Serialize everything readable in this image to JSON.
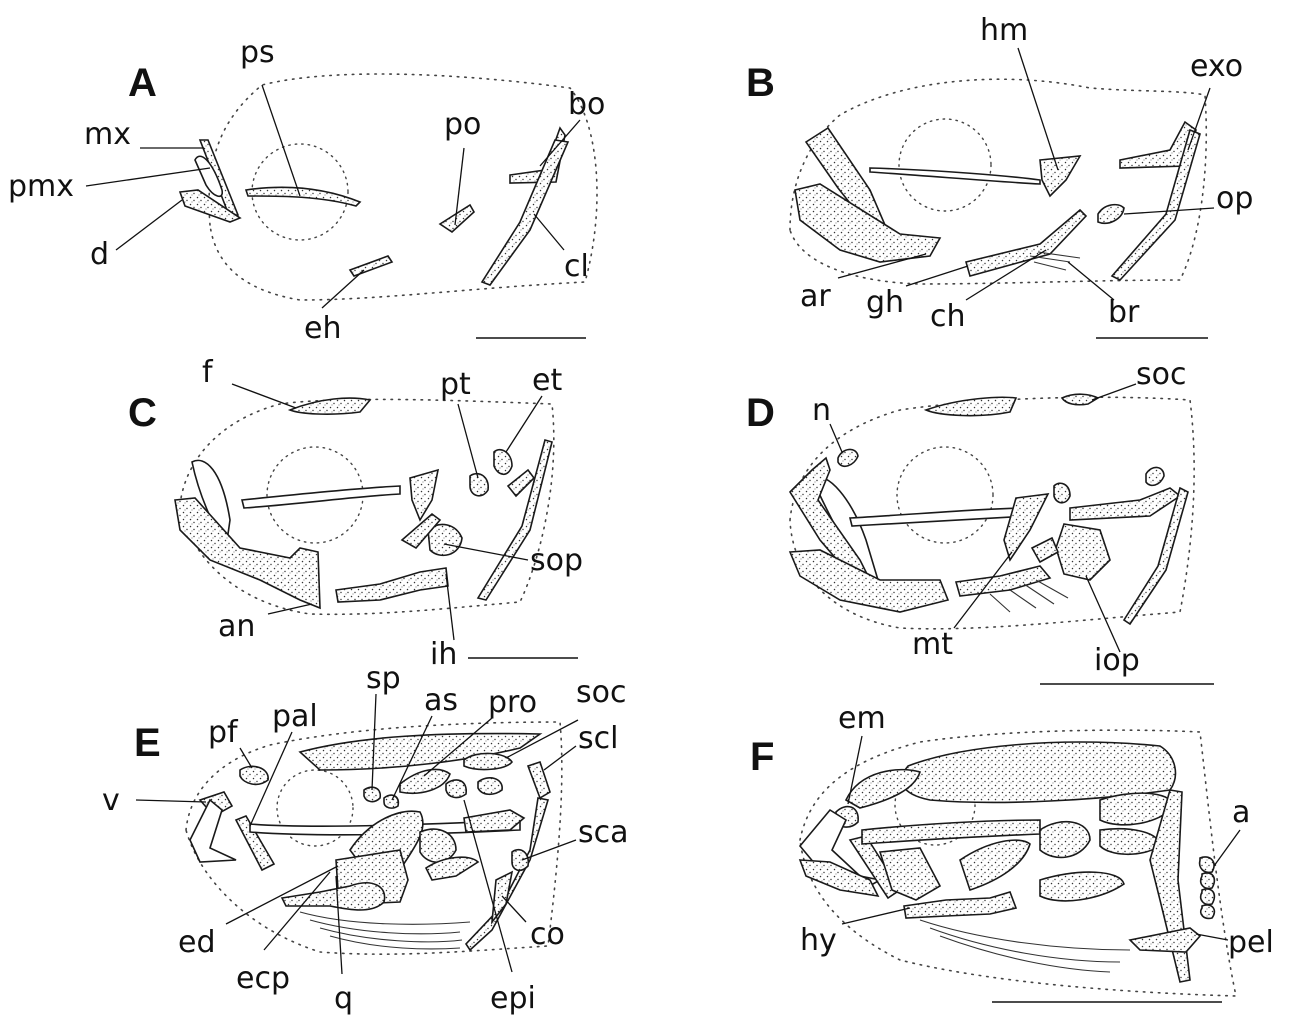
{
  "panels": {
    "A": {
      "letter": "A",
      "labels": {
        "ps": "ps",
        "mx": "mx",
        "pmx": "pmx",
        "d": "d",
        "po": "po",
        "bo": "bo",
        "cl": "cl",
        "eh": "eh"
      }
    },
    "B": {
      "letter": "B",
      "labels": {
        "hm": "hm",
        "exo": "exo",
        "op": "op",
        "ar": "ar",
        "gh": "gh",
        "ch": "ch",
        "br": "br"
      }
    },
    "C": {
      "letter": "C",
      "labels": {
        "f": "f",
        "pt": "pt",
        "et": "et",
        "sop": "sop",
        "an": "an",
        "ih": "ih"
      }
    },
    "D": {
      "letter": "D",
      "labels": {
        "n": "n",
        "soc": "soc",
        "mt": "mt",
        "iop": "iop"
      }
    },
    "E": {
      "letter": "E",
      "labels": {
        "sp": "sp",
        "as": "as",
        "pro": "pro",
        "soc": "soc",
        "pf": "pf",
        "pal": "pal",
        "scl": "scl",
        "v": "v",
        "sca": "sca",
        "ed": "ed",
        "co": "co",
        "ecp": "ecp",
        "q": "q",
        "epi": "epi"
      }
    },
    "F": {
      "letter": "F",
      "labels": {
        "em": "em",
        "a": "a",
        "hy": "hy",
        "pel": "pel"
      }
    }
  },
  "colors": {
    "ink": "#111111",
    "stipple": "#333333",
    "background": "#ffffff"
  }
}
